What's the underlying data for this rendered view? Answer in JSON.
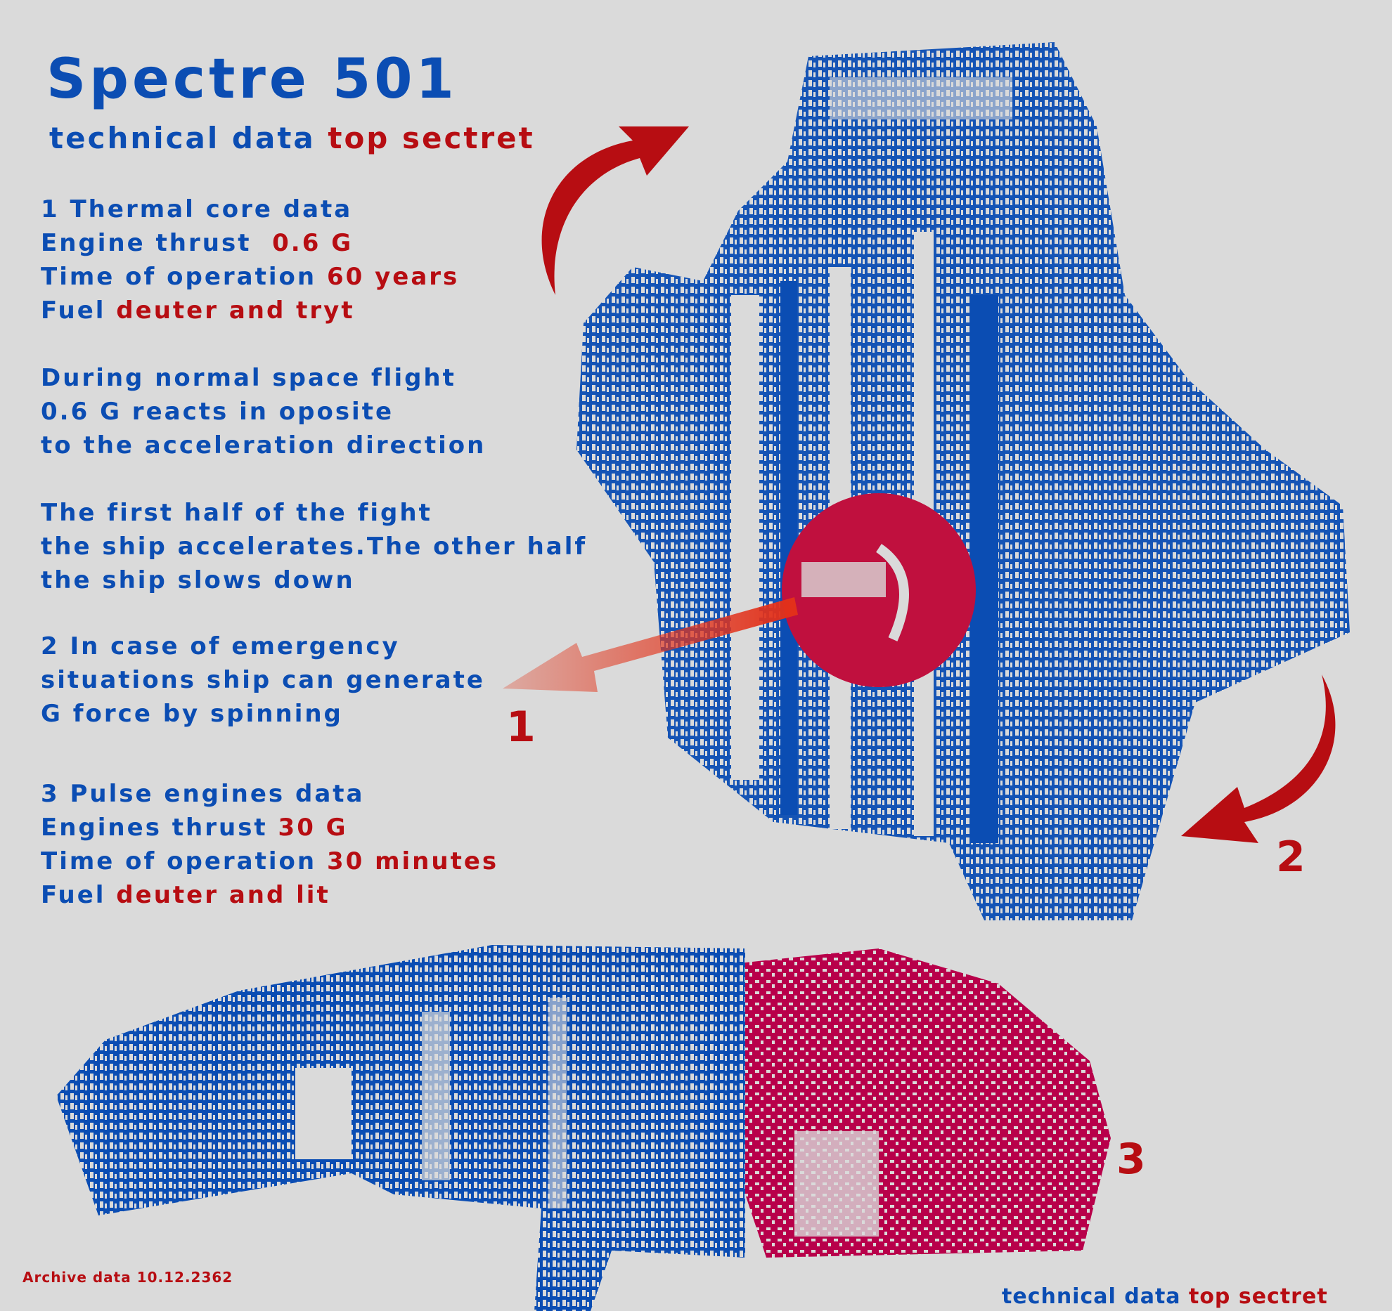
{
  "title": "Spectre 501",
  "subtitle": {
    "part1": "technical data",
    "part2": "top sectret"
  },
  "colors": {
    "background": "#dadada",
    "blue": "#0b4db3",
    "red": "#b70d12",
    "magenta": "#b8004a"
  },
  "sections": {
    "thermal": {
      "heading": "1 Thermal core data",
      "thrust_label": "Engine thrust",
      "thrust_value": "0.6 G",
      "time_label": "Time of operation",
      "time_value": "60 years",
      "fuel_label": "Fuel",
      "fuel_value": "deuter and tryt"
    },
    "normal_flight": [
      "During normal space flight",
      "0.6 G reacts in oposite",
      "to the acceleration direction"
    ],
    "first_half": [
      "The first half of the fight",
      "the ship accelerates.The other half",
      "the ship slows down"
    ],
    "emergency": [
      "2 In case of emergency",
      "situations ship can generate",
      "G force by spinning"
    ],
    "pulse": {
      "heading": "3 Pulse engines data",
      "thrust_label": "Engines thrust",
      "thrust_value": "30 G",
      "time_label": "Time of operation",
      "time_value": "30 minutes",
      "fuel_label": "Fuel",
      "fuel_value": "deuter and lit"
    }
  },
  "callouts": {
    "one": "1",
    "two": "2",
    "three": "3"
  },
  "archive": "Archive data 10.12.2362",
  "footer_subtitle": {
    "part1": "technical data",
    "part2": "top sectret"
  }
}
